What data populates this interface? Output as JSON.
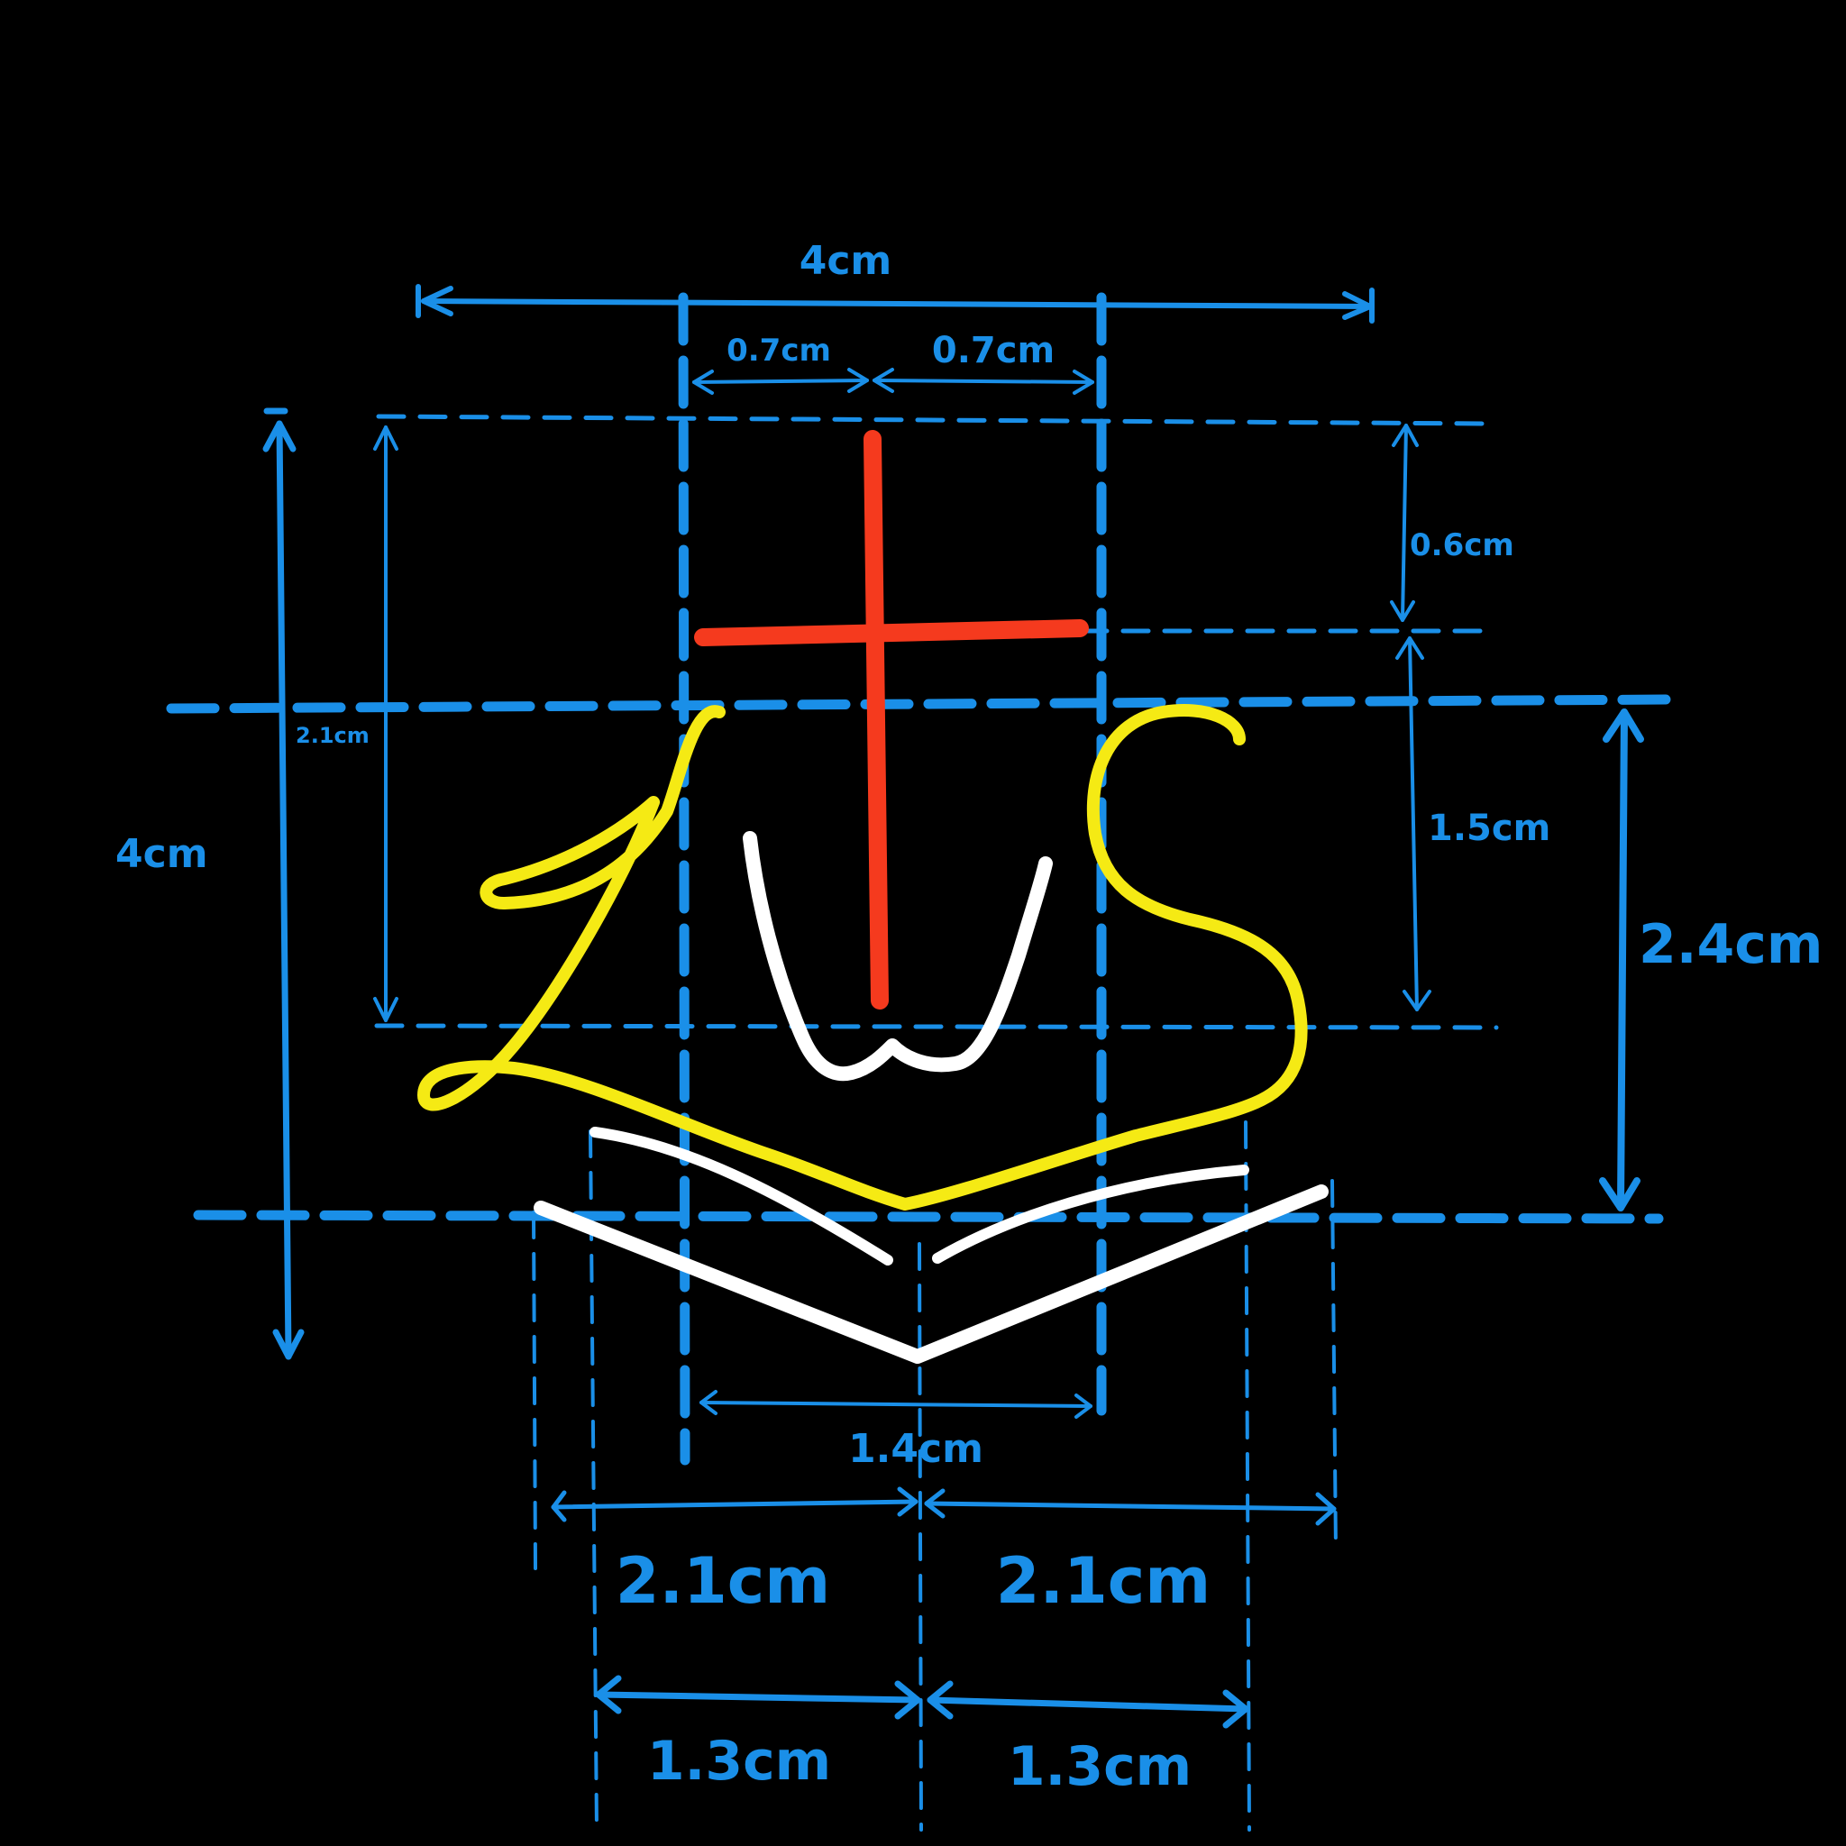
{
  "colors": {
    "background": "#000000",
    "dimension": "#1a8fe8",
    "cross": "#f53a1e",
    "letters_yellow": "#f5ea14",
    "letters_white": "#ffffff"
  },
  "labels": {
    "top_width": "4cm",
    "top_left_half": "0.7cm",
    "top_right_half": "0.7cm",
    "right_upper": "0.6cm",
    "right_middle": "1.5cm",
    "right_outer": "2.4cm",
    "left_outer": "4cm",
    "left_inner": "2.1cm",
    "bottom_center": "1.4cm",
    "bottom_left_wide": "2.1cm",
    "bottom_right_wide": "2.1cm",
    "bottom_left_narrow": "1.3cm",
    "bottom_right_narrow": "1.3cm"
  }
}
